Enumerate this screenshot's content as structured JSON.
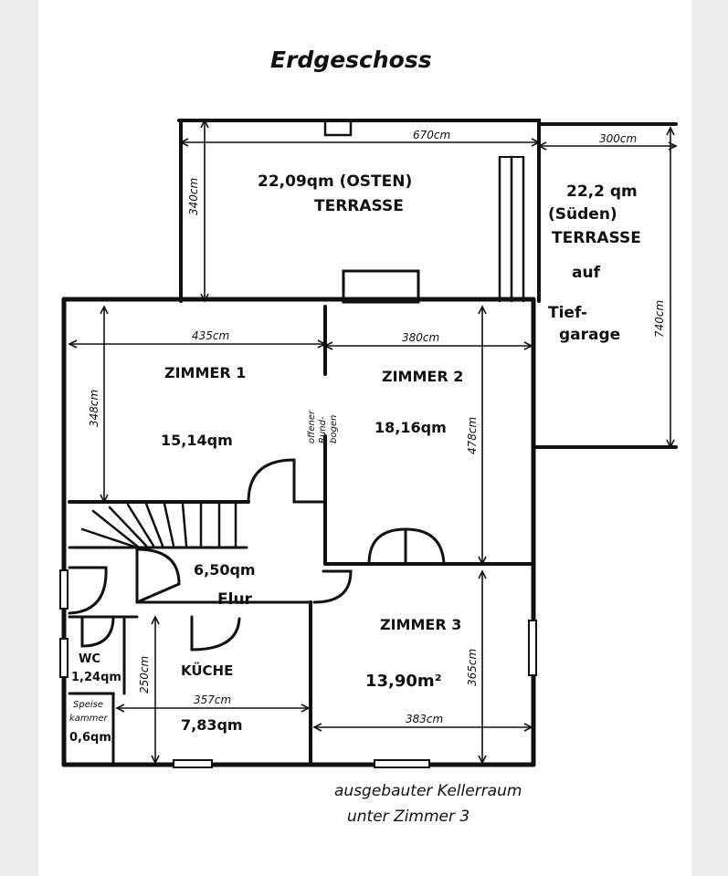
{
  "title": "Erdgeschoss",
  "terrace_east": {
    "area": "22,09qm (OSTEN)",
    "name": "TERRASSE",
    "width": "670cm",
    "depth": "340cm"
  },
  "terrace_south": {
    "area": "22,2 qm",
    "orientation": "(Süden)",
    "name": "TERRASSE",
    "line3": "auf",
    "line4": "Tief-",
    "line5": "garage",
    "width": "300cm",
    "depth": "740cm"
  },
  "rooms": {
    "zimmer1": {
      "name": "ZIMMER 1",
      "area": "15,14qm",
      "width": "435cm",
      "depth": "348cm"
    },
    "zimmer2": {
      "name": "ZIMMER 2",
      "area": "18,16qm",
      "width": "380cm",
      "depth": "478cm"
    },
    "zimmer3": {
      "name": "ZIMMER 3",
      "area": "13,90m²",
      "width": "383cm",
      "depth": "365cm"
    },
    "flur": {
      "area": "6,50qm",
      "name": "Flur"
    },
    "kueche": {
      "name": "KÜCHE",
      "area": "7,83qm",
      "width": "357cm",
      "depth": "250cm"
    },
    "wc": {
      "name": "WC",
      "area": "1,24qm"
    },
    "speisekammer": {
      "name_line1": "Speise",
      "name_line2": "kammer",
      "area": "0,6qm"
    }
  },
  "arch_note": {
    "line1": "offener",
    "line2": "Rund-",
    "line3": "bogen"
  },
  "footnote": {
    "line1": "ausgebauter Kellerraum",
    "line2": "unter Zimmer 3"
  },
  "colors": {
    "ink": "#111111",
    "paper": "#ffffff",
    "margin": "#ececec"
  }
}
